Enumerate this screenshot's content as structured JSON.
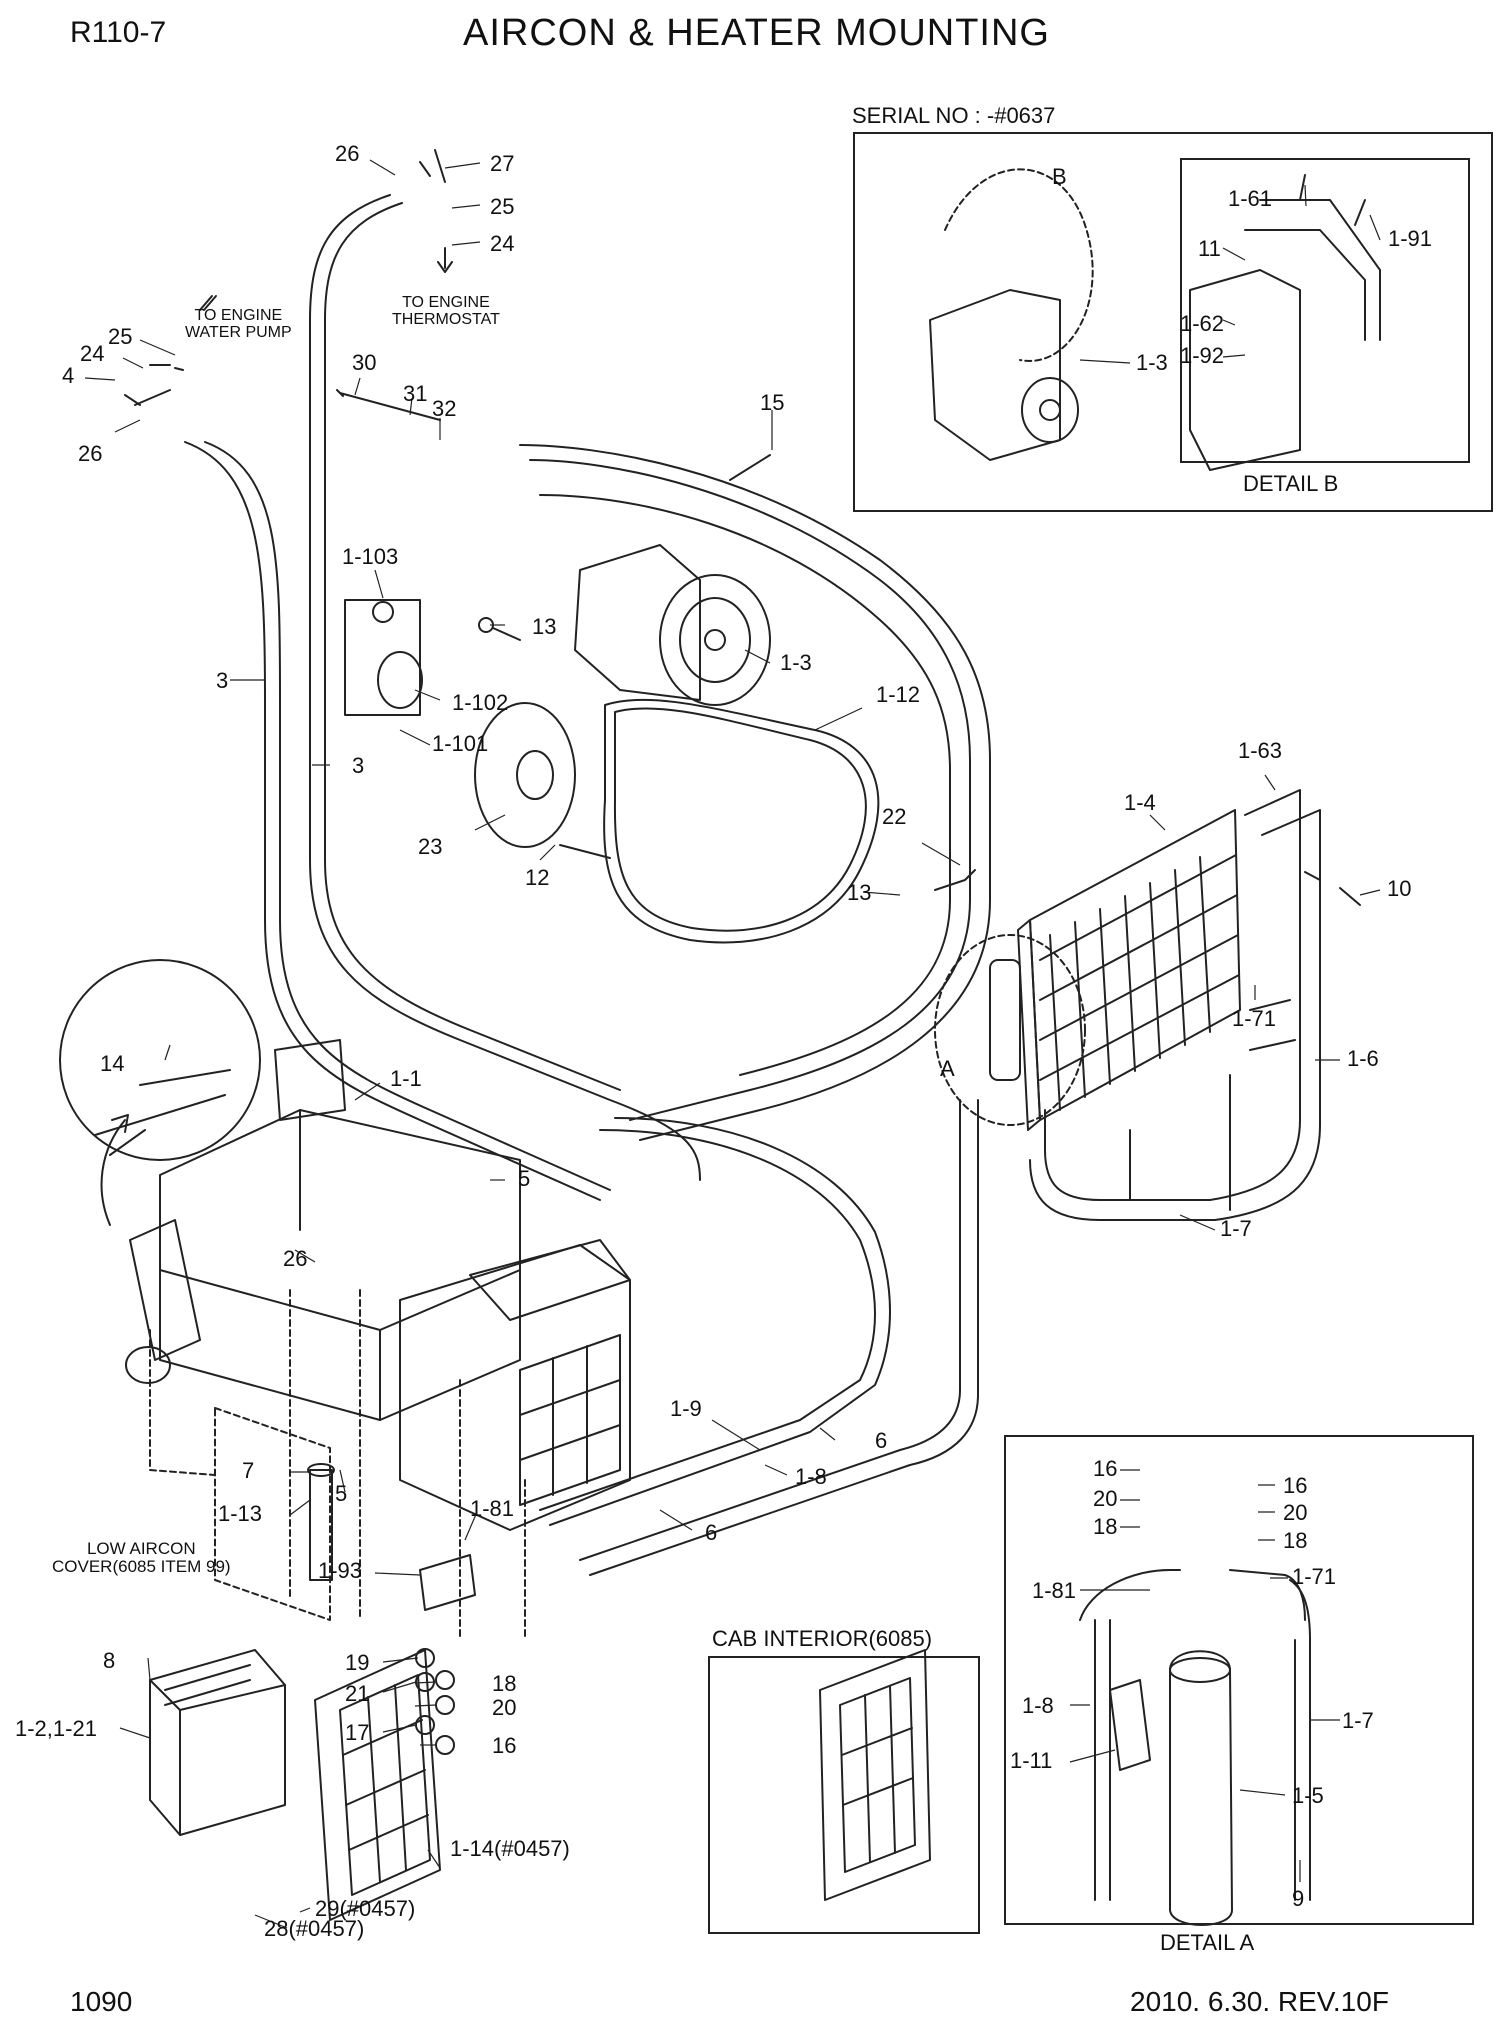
{
  "header": {
    "model": "R110-7",
    "title": "AIRCON & HEATER MOUNTING"
  },
  "footer": {
    "page_number": "1090",
    "revision": "2010. 6.30.  REV.10F"
  },
  "insets": {
    "serial": "SERIAL NO : -#0637",
    "detail_b": "DETAIL B",
    "detail_a": "DETAIL A",
    "cab_interior": "CAB INTERIOR(6085)",
    "detail_a_marker": "A",
    "detail_b_marker": "B"
  },
  "notes": {
    "to_engine_water_pump": "TO ENGINE\nWATER PUMP",
    "to_engine_thermostat": "TO ENGINE\nTHERMOSTAT",
    "low_aircon_cover": "LOW AIRCON\nCOVER(6085 ITEM 99)"
  },
  "callouts": [
    "26",
    "27",
    "25",
    "24",
    "25",
    "24",
    "4",
    "26",
    "30",
    "31",
    "32",
    "15",
    "1-103",
    "13",
    "1-102",
    "1-101",
    "1-3",
    "23",
    "12",
    "1-12",
    "22",
    "13",
    "3",
    "3",
    "1-4",
    "1-63",
    "10",
    "1-71",
    "1-6",
    "1-7",
    "14",
    "1-1",
    "5",
    "26",
    "7",
    "5",
    "1-13",
    "1-93",
    "1-81",
    "1-9",
    "1-8",
    "6",
    "6",
    "19",
    "18",
    "21",
    "20",
    "17",
    "16",
    "8",
    "1-2,1-21",
    "1-14(#0457)",
    "29(#0457)",
    "28(#0457)",
    "1-61",
    "1-91",
    "11",
    "1-62",
    "1-92",
    "1-3",
    "16",
    "16",
    "20",
    "20",
    "18",
    "18",
    "1-81",
    "1-71",
    "1-8",
    "1-7",
    "1-11",
    "1-5",
    "9"
  ]
}
